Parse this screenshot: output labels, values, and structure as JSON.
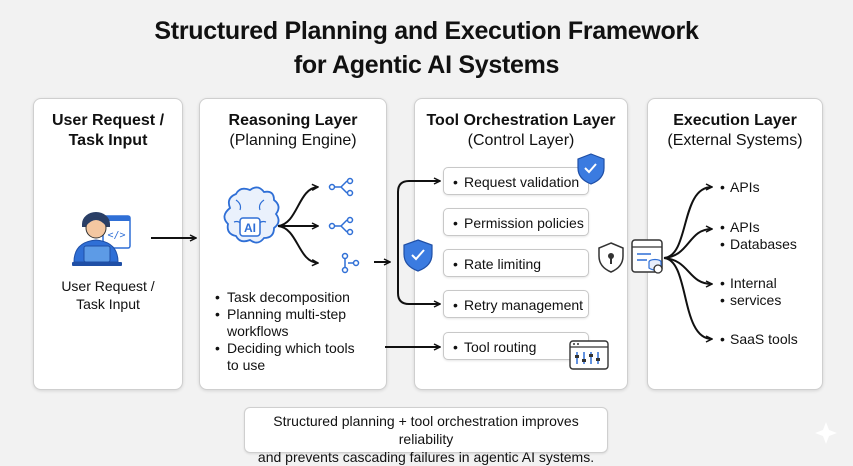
{
  "title": {
    "line1": "Structured Planning and Execution Framework",
    "line2": "for Agentic AI Systems"
  },
  "user_panel": {
    "title_line1": "User Request /",
    "title_line2": "Task Input",
    "caption_line1": "User Request /",
    "caption_line2": "Task Input",
    "icon": "developer-at-laptop-icon",
    "code_glyph": "</>"
  },
  "reasoning_panel": {
    "title": "Reasoning Layer",
    "subtitle": "(Planning Engine)",
    "brain_label": "AI",
    "bullets": [
      {
        "line1": "Task decomposition",
        "line2": ""
      },
      {
        "line1": "Planning multi-step",
        "line2": "workflows"
      },
      {
        "line1": "Deciding which tools",
        "line2": "to use"
      }
    ]
  },
  "orchestration_panel": {
    "title": "Tool Orchestration Layer",
    "subtitle": "(Control Layer)",
    "items": [
      "Request validation",
      "Permission policies",
      "Rate limiting",
      "Retry management",
      "Tool routing"
    ]
  },
  "execution_panel": {
    "title": "Execution Layer",
    "subtitle": "(External Systems)",
    "items": [
      {
        "line1": "APIs",
        "line2": ""
      },
      {
        "line1": "APIs",
        "line2": "Databases"
      },
      {
        "line1": "Internal",
        "line2": "services"
      },
      {
        "line1": "SaaS tools",
        "line2": ""
      }
    ]
  },
  "footer": {
    "line1": "Structured planning + tool orchestration improves reliability",
    "line2": "and prevents cascading failures in agentic AI systems."
  },
  "colors": {
    "accent_blue": "#2f6fd6",
    "shield_blue": "#3b7be0",
    "dark_line": "#111111",
    "panel_border": "#cfcfcf"
  }
}
